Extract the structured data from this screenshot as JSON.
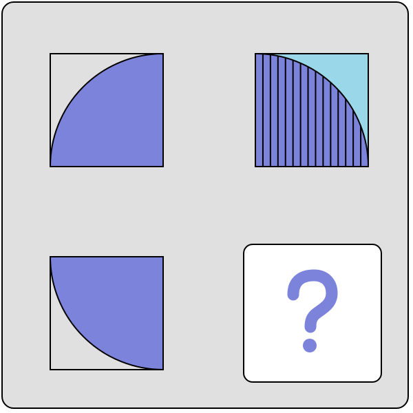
{
  "puzzle": {
    "colors": {
      "background": "#e0e0e0",
      "fill": "#7b83db",
      "accent": "#9ad7e8",
      "outline": "#000000",
      "slot": "#ffffff"
    },
    "tiles": [
      {
        "id": "tile-1",
        "shape": "quarter-circle",
        "corner": "bottom-right",
        "pattern": "solid"
      },
      {
        "id": "tile-2",
        "shape": "quarter-circle",
        "corner": "bottom-left",
        "pattern": "vertical-stripes",
        "remainder": "light-blue"
      },
      {
        "id": "tile-3",
        "shape": "quarter-circle",
        "corner": "top-right",
        "pattern": "solid"
      }
    ],
    "answer_slot": {
      "icon": "question-mark-icon",
      "symbol": "?"
    }
  }
}
